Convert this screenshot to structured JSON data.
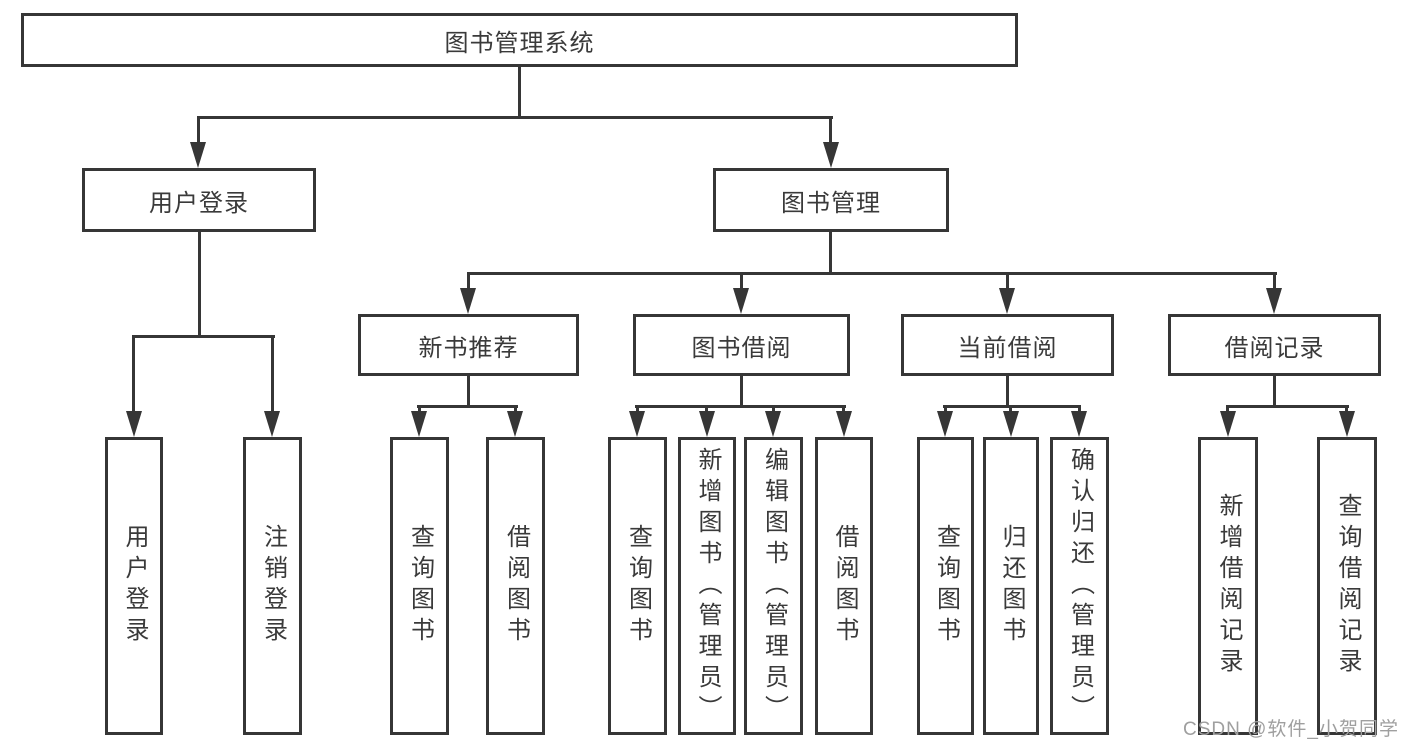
{
  "colors": {
    "background": "#ffffff",
    "line": "#363636",
    "text": "#3a3a3a",
    "watermark": "#9f9f9f"
  },
  "watermark": "CSDN @软件_小贺同学",
  "diagram": {
    "root": {
      "label": "图书管理系统"
    },
    "branches": [
      {
        "label": "用户登录",
        "children": [
          "用户登录",
          "注销登录"
        ]
      },
      {
        "label": "图书管理",
        "groups": [
          {
            "label": "新书推荐",
            "children": [
              "查询图书",
              "借阅图书"
            ]
          },
          {
            "label": "图书借阅",
            "children": [
              "查询图书",
              "新增图书（管理员）",
              "编辑图书（管理员）",
              "借阅图书"
            ]
          },
          {
            "label": "当前借阅",
            "children": [
              "查询图书",
              "归还图书",
              "确认归还（管理员）"
            ]
          },
          {
            "label": "借阅记录",
            "children": [
              "新增借阅记录",
              "查询借阅记录"
            ]
          }
        ]
      }
    ]
  }
}
